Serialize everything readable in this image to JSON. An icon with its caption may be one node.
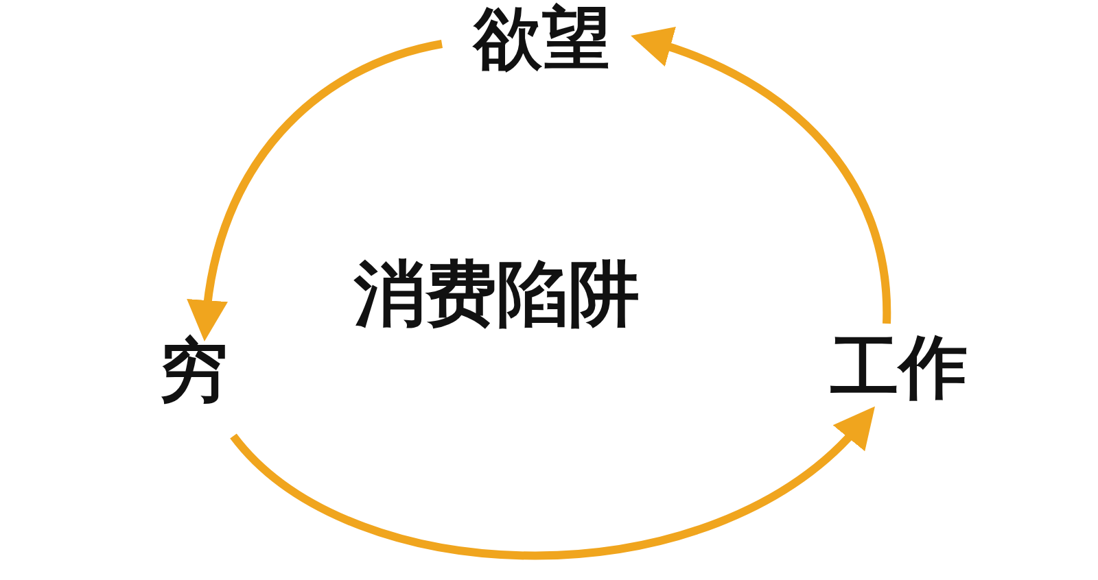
{
  "diagram": {
    "nodes": [
      {
        "text": [
          "欲望"
        ]
      },
      {
        "text": [
          "工作"
        ]
      },
      {
        "text": [
          "穷"
        ]
      }
    ],
    "edges": [
      {
        "from": 0,
        "to": 2,
        "arrow": "to"
      },
      {
        "from": 2,
        "to": 1,
        "arrow": "to"
      },
      {
        "from": 1,
        "to": 0,
        "arrow": "to"
      }
    ],
    "labels": [
      "消费陷阱"
    ]
  }
}
